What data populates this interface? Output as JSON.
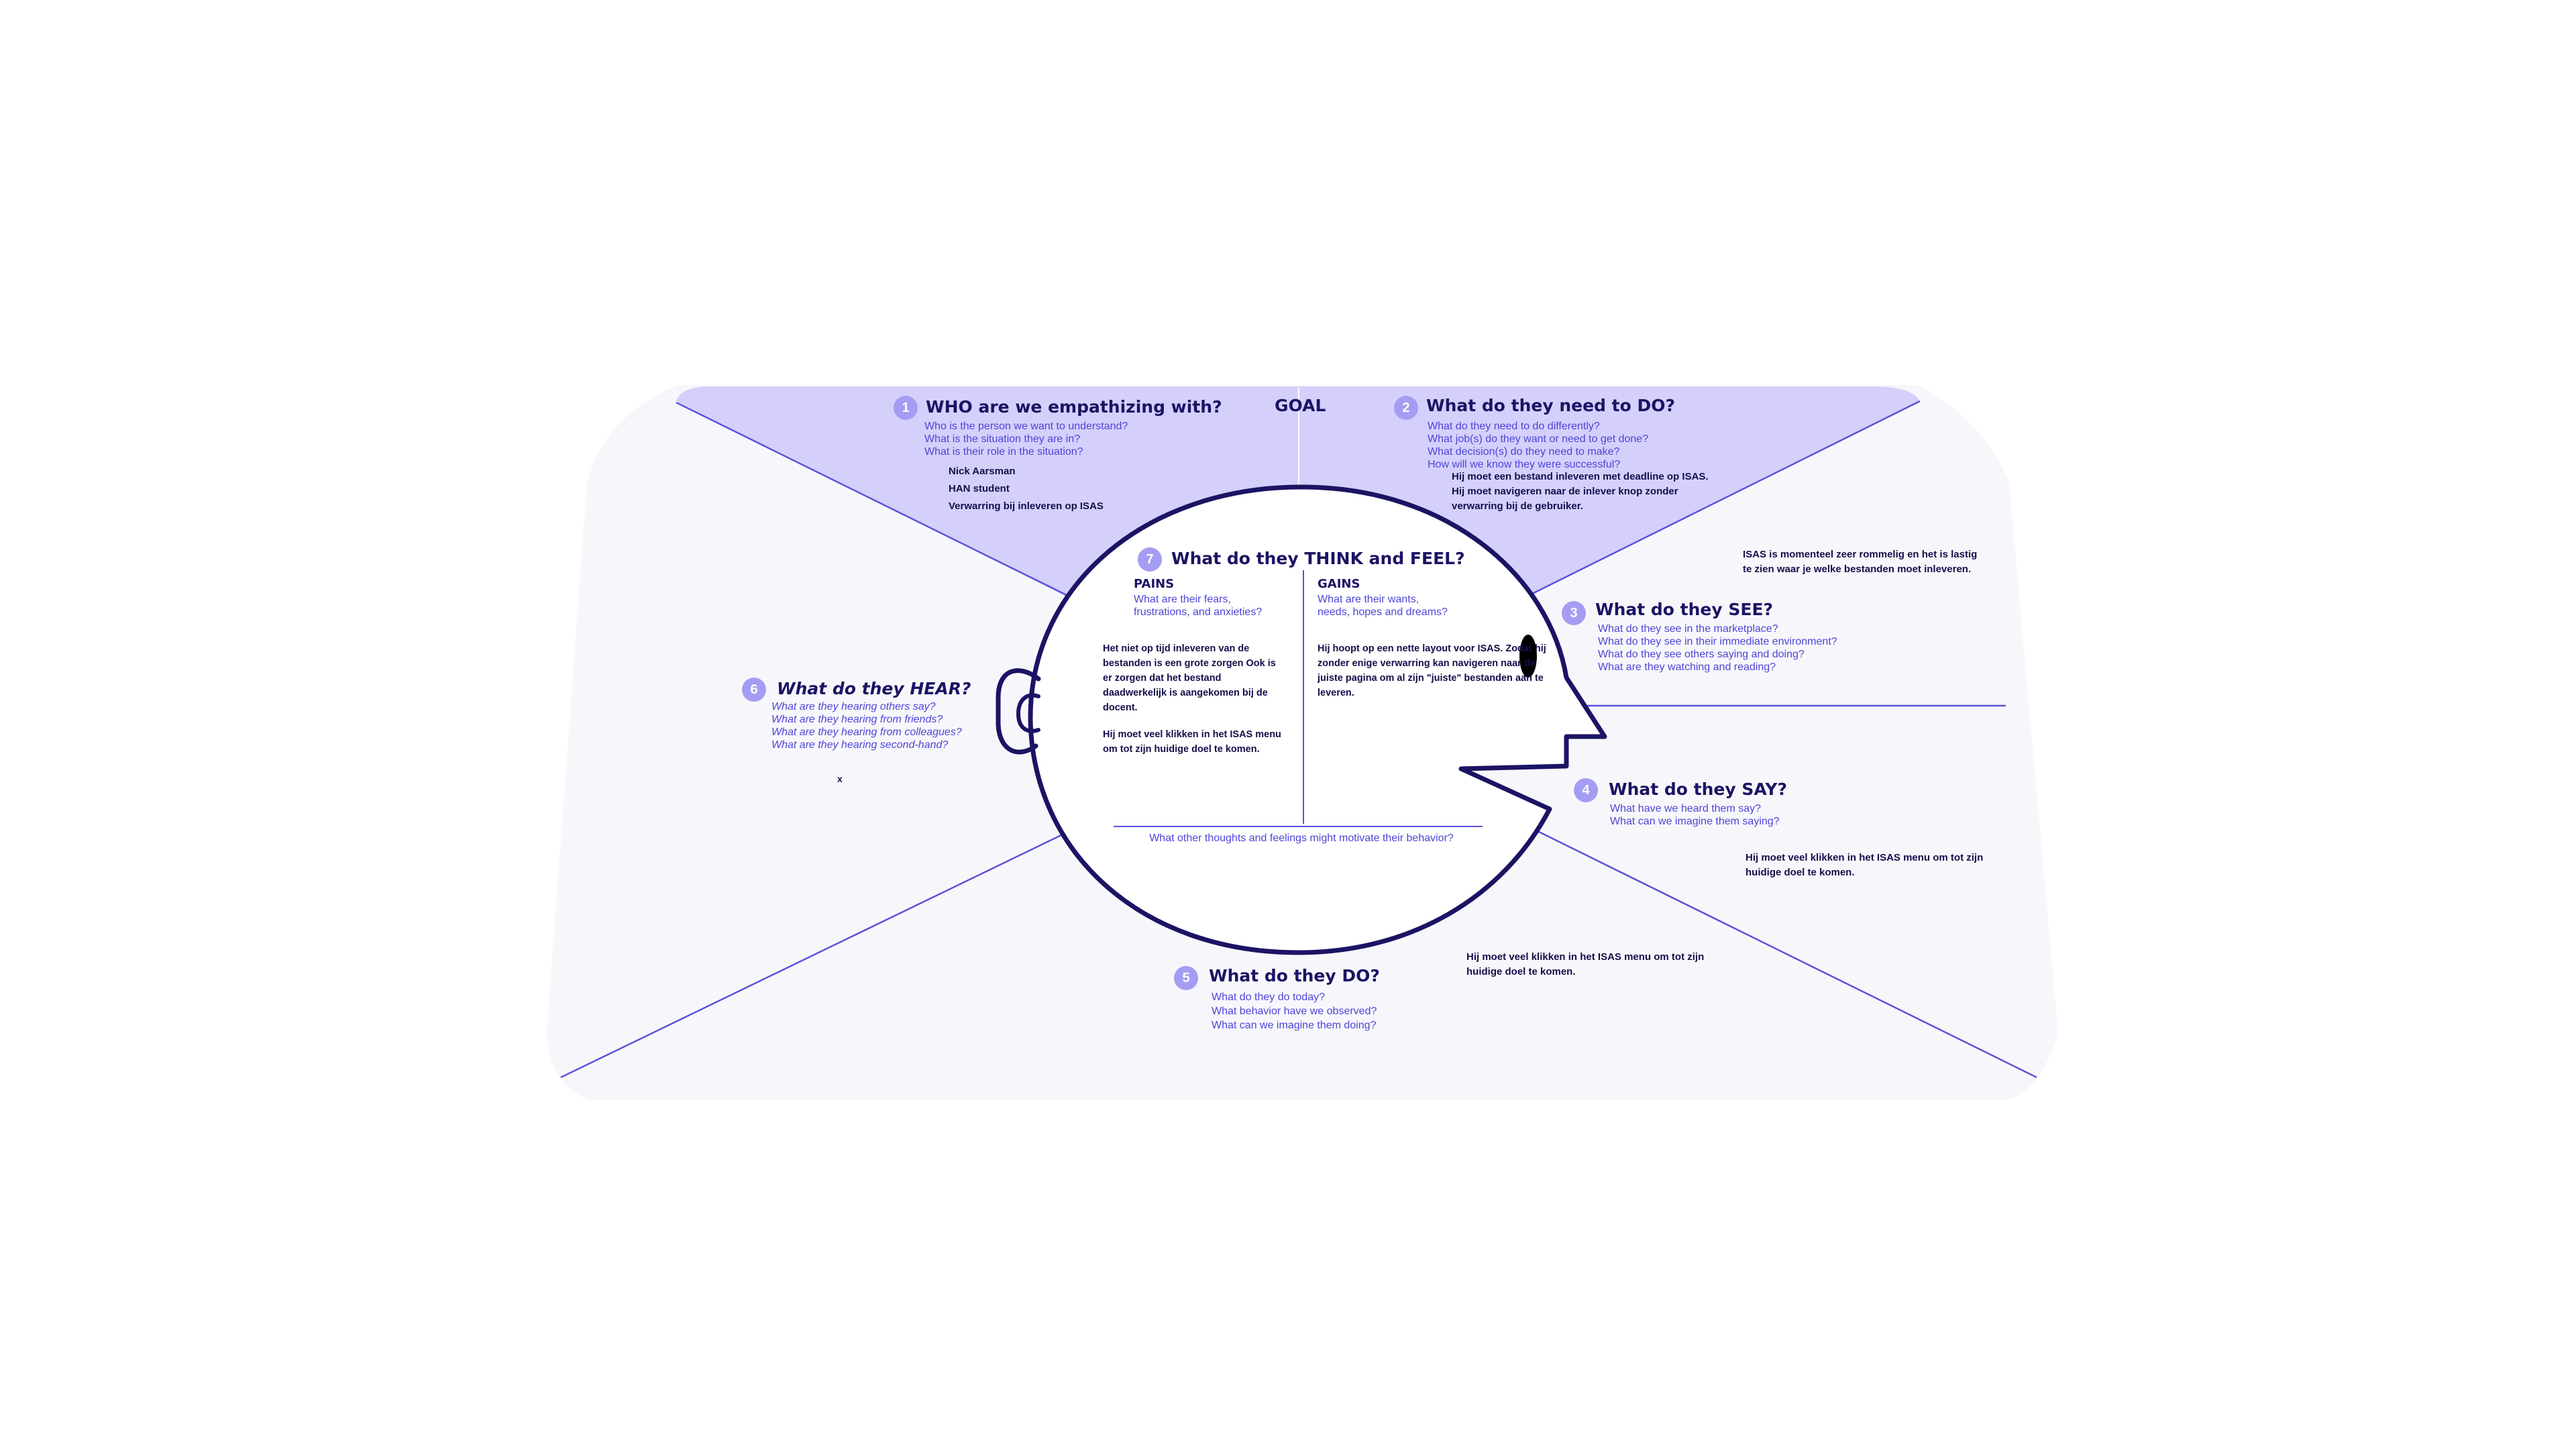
{
  "goal_label": "GOAL",
  "sections": {
    "who": {
      "number": "1",
      "title": "WHO are we empathizing with?",
      "questions": [
        "Who is the person we want to understand?",
        "What is the situation they are in?",
        "What is their role in the situation?"
      ],
      "answers": [
        "Nick Aarsman",
        "HAN student",
        "Verwarring bij inleveren op ISAS"
      ]
    },
    "do_need": {
      "number": "2",
      "title": "What do they need to DO?",
      "questions": [
        "What do they need to do differently?",
        "What job(s) do they want or need to get done?",
        "What decision(s) do they need to make?",
        "How will we know they were successful?"
      ],
      "answers": [
        "Hij moet een bestand inleveren met deadline op ISAS.",
        "Hij moet navigeren naar de inlever knop zonder verwarring bij de gebruiker."
      ]
    },
    "see": {
      "number": "3",
      "title": "What do they SEE?",
      "questions": [
        "What do they see in the marketplace?",
        "What do they see in their immediate environment?",
        "What do they see others saying and doing?",
        "What are they watching and reading?"
      ],
      "answer": "ISAS is momenteel zeer rommelig en het is lastig te zien waar je welke bestanden moet inleveren."
    },
    "say": {
      "number": "4",
      "title": "What do they SAY?",
      "questions": [
        "What have we heard them say?",
        "What can we imagine them saying?"
      ],
      "answer": "Hij moet veel klikken in het ISAS menu om tot zijn huidige doel te komen."
    },
    "do": {
      "number": "5",
      "title": "What do they DO?",
      "questions": [
        "What do they do today?",
        "What behavior have we observed?",
        "What can we imagine them doing?"
      ],
      "answer": "Hij moet veel klikken in het ISAS menu om tot zijn huidige doel te komen."
    },
    "hear": {
      "number": "6",
      "title": "What do they HEAR?",
      "questions": [
        "What are they hearing others say?",
        "What are they hearing from friends?",
        "What are they hearing from colleagues?",
        "What are they hearing second-hand?"
      ],
      "answer": "x"
    },
    "think": {
      "number": "7",
      "title": "What do they THINK and FEEL?",
      "pains": {
        "label": "PAINS",
        "questions": [
          "What are their fears,",
          "frustrations, and anxieties?"
        ],
        "answers": [
          "Het niet op tijd inleveren van de bestanden is een grote zorgen Ook is er zorgen dat het bestand daadwerkelijk is aangekomen bij de docent.",
          "Hij moet veel klikken in het ISAS menu om tot zijn huidige doel te komen."
        ]
      },
      "gains": {
        "label": "GAINS",
        "questions": [
          "What are their wants,",
          "needs, hopes and dreams?"
        ],
        "answers": [
          "Hij hoopt op een nette layout voor ISAS. Zodat hij zonder enige verwarring kan navigeren naar de juiste pagina om al zijn \"juiste\" bestanden aan te leveren."
        ]
      },
      "other": "What other thoughts and feelings might motivate their behavior?"
    }
  },
  "colors": {
    "top_fill": "#d4d0fb",
    "board_fill": "#f7f7fb",
    "outline": "#1b1464",
    "line": "#5b53d9",
    "question": "#4d45d6",
    "badge": "#a49df3"
  }
}
